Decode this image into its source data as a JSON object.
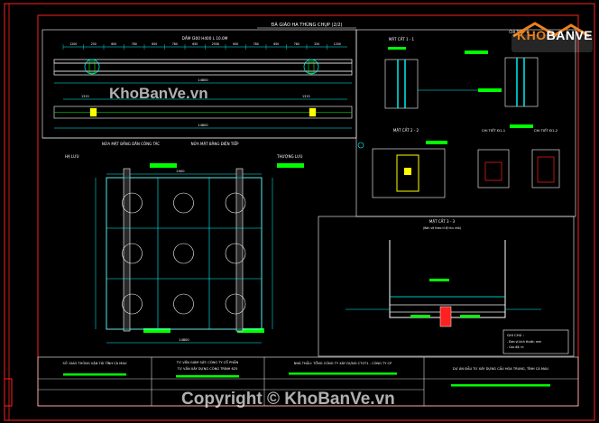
{
  "sheet": {
    "title": "ĐÀ GIÁO HA THÙNG CHỤP (2/2)",
    "beam_label": "DẦM I300 H400 L 10.0M",
    "section_11": "MẶT CẮT 1 - 1",
    "detail_a": "CHI TIẾT 'I'",
    "section_22": "MẶT CẮT 2 - 2",
    "detail_d1": "CHI TIẾT Đ1-1",
    "detail_d2": "CHI TIẾT Đ1-2",
    "plan_left": "NỬA MẶT BẰNG DẦN CÔNG TÁC",
    "plan_right": "NỬA MẶT BẰNG ĐIỆN TIẾP",
    "downstream": "HẠ LƯU",
    "upstream": "THƯỢNG LƯU",
    "section_33": "MẶT CẮT 3 - 3",
    "section_33_sub": "(Bản vẽ theo tỉ lệ thu nhỏ)",
    "notes_title": "GHI CHÚ :",
    "notes": [
      "- Đơn vị kích thước: mm",
      "- Cao độ: m"
    ],
    "dims": {
      "beam_top": [
        "1200",
        "250",
        "600",
        "780",
        "650",
        "780",
        "650",
        "2556",
        "650",
        "780",
        "650",
        "780",
        "250",
        "1200"
      ],
      "beam_total": "14800",
      "beam2_total": "14800",
      "plan_total": "14800",
      "dim_1315": "1315",
      "dim_2000": "2000"
    }
  },
  "title_block": {
    "col1": "SỞ GIAO THÔNG VẬN TẢI TỈNH CÀ MAU",
    "col2_a": "TƯ VẤN GIÁM SÁT: CÔNG TY CỔ PHẦN",
    "col2_b": "TƯ VẤN XÂY DỰNG CÔNG TRÌNH 625",
    "col3": "NHÀ THẦU: TỔNG CÔNG TY XÂY DỰNG CTGT1 - CÔNG TY CP",
    "col4": "DỰ ÁN ĐẦU TƯ XÂY DỰNG CẦU HÒA TRUNG, TỈNH CÀ MAU"
  },
  "watermarks": {
    "middle": "KhoBanVe.vn",
    "bottom": "Copyright © KhoBanVe.vn"
  },
  "logo": {
    "text_a": "KHO",
    "text_b": "BANVE"
  },
  "colors": {
    "background": "#000000",
    "frame": "#ff2020",
    "lines": "#ffffff",
    "accent": "#00ff00",
    "cyan": "#00ffff",
    "yellow": "#ffff00"
  }
}
